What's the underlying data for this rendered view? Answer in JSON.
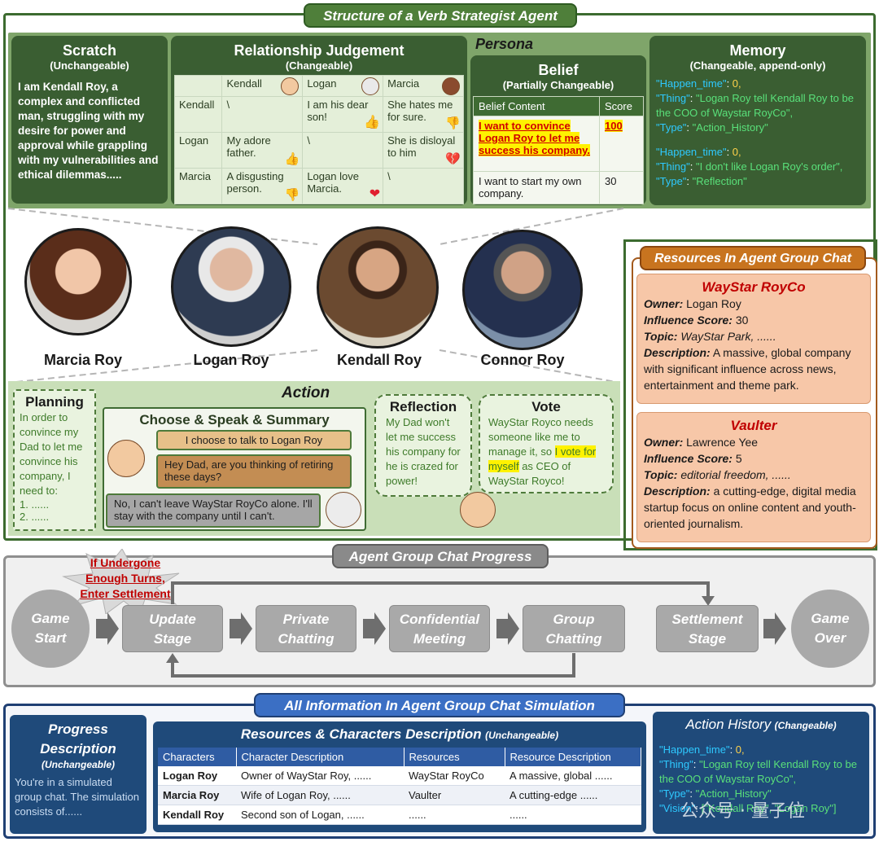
{
  "top": {
    "title": "Structure of a Verb Strategist Agent",
    "scratch": {
      "title": "Scratch",
      "subtitle": "(Unchangeable)",
      "text": "I am Kendall Roy, a complex and conflicted man, struggling with my desire for power and approval while grappling with my vulnerabilities and ethical dilemmas....."
    },
    "relationship": {
      "title": "Relationship Judgement",
      "subtitle": "(Changeable)",
      "cols": [
        "Kendall",
        "Logan",
        "Marcia"
      ],
      "rows": [
        {
          "name": "Kendall",
          "cells": [
            "\\",
            "I am his dear son!",
            "She hates me for sure."
          ]
        },
        {
          "name": "Logan",
          "cells": [
            "My adore father.",
            "\\",
            "She is disloyal to him"
          ]
        },
        {
          "name": "Marcia",
          "cells": [
            "A disgusting person.",
            "Logan love Marcia.",
            "\\"
          ]
        }
      ]
    },
    "persona": "Persona",
    "belief": {
      "title": "Belief",
      "subtitle": "(Partially Changeable)",
      "headers": [
        "Belief Content",
        "Score"
      ],
      "rows": [
        {
          "content": "I want to convince Logan Roy to let me success his company.",
          "score": "100"
        },
        {
          "content": "I want to start my own company.",
          "score": "30"
        }
      ]
    },
    "memory": {
      "title": "Memory",
      "subtitle": "(Changeable, append-only)",
      "entries": [
        {
          "k1": "\"Happen_time\"",
          "v1": "0,",
          "k2": "\"Thing\"",
          "v2": "\"Logan Roy tell Kendall Roy to be the COO of Waystar RoyCo\",",
          "k3": "\"Type\"",
          "v3": "\"Action_History\""
        },
        {
          "k1": "\"Happen_time\"",
          "v1": "0,",
          "k2": "\"Thing\"",
          "v2": "\"I don't like Logan Roy's order\",",
          "k3": "\"Type\"",
          "v3": "\"Reflection\""
        }
      ]
    }
  },
  "characters": [
    "Marcia Roy",
    "Logan Roy",
    "Kendall Roy",
    "Connor Roy"
  ],
  "action": {
    "title": "Action",
    "planning": {
      "title": "Planning",
      "text": "In order to convince my Dad to let me convince his company, I need to:",
      "items": [
        "1.    ......",
        "2.    ......"
      ]
    },
    "choose": {
      "title": "Choose & Speak & Summary",
      "b1": "I choose to talk to Logan Roy",
      "b2": "Hey Dad, are you thinking of retiring these days?",
      "b3": "No, I can't leave WayStar RoyCo alone. I'll stay with the company until I can't."
    },
    "reflection": {
      "title": "Reflection",
      "text": "My Dad won't let me success his company for he is crazed for power!"
    },
    "vote": {
      "title": "Vote",
      "t1": "WayStar Royco needs someone like me to manage it, so",
      "t2": "I vote for myself",
      "t3": "as CEO of WayStar Royco!"
    }
  },
  "resources": {
    "title": "Resources In Agent Group Chat",
    "items": [
      {
        "name": "WayStar RoyCo",
        "owner_l": "Owner:",
        "owner": "Logan Roy",
        "inf_l": "Influence Score:",
        "inf": "30",
        "topic_l": "Topic:",
        "topic": "WayStar Park, ......",
        "desc_l": "Description:",
        "desc": "A massive, global company with significant influence across news, entertainment and theme park."
      },
      {
        "name": "Vaulter",
        "owner_l": "Owner:",
        "owner": "Lawrence Yee",
        "inf_l": "Influence Score:",
        "inf": "5",
        "topic_l": "Topic:",
        "topic": "editorial freedom, ......",
        "desc_l": "Description:",
        "desc": "a cutting-edge, digital media startup focus on online content and youth-oriented journalism."
      }
    ]
  },
  "progress": {
    "title": "Agent Group Chat Progress",
    "note": [
      "If Undergone",
      "Enough Turns,",
      "Enter Settlement"
    ],
    "start": [
      "Game",
      "Start"
    ],
    "stages": [
      [
        "Update",
        "Stage"
      ],
      [
        "Private",
        "Chatting"
      ],
      [
        "Confidential",
        "Meeting"
      ],
      [
        "Group",
        "Chatting"
      ],
      [
        "Settlement",
        "Stage"
      ]
    ],
    "end": [
      "Game",
      "Over"
    ]
  },
  "info": {
    "title": "All Information In Agent Group Chat Simulation",
    "progress_desc": {
      "t1": "Progress",
      "t2": "Description",
      "sub": "(Unchangeable)",
      "text": "You're in a simulated group chat. The simulation consists of......"
    },
    "table": {
      "title": "Resources & Characters Description",
      "sub": "(Unchangeable)",
      "headers": [
        "Characters",
        "Character Description",
        "Resources",
        "Resource Description"
      ],
      "rows": [
        [
          "Logan Roy",
          "Owner of WayStar Roy, ......",
          "WayStar RoyCo",
          "A massive, global ......"
        ],
        [
          "Marcia Roy",
          "Wife of Logan Roy, ......",
          "Vaulter",
          "A cutting-edge ......"
        ],
        [
          "Kendall Roy",
          "Second son of Logan, ......",
          "......",
          "......"
        ]
      ]
    },
    "history": {
      "title": "Action History",
      "sub": "(Changeable)",
      "k1": "\"Happen_time\"",
      "v1": "0,",
      "k2": "\"Thing\"",
      "v2": "\"Logan Roy tell Kendall Roy to be the COO of Waystar RoyCo\",",
      "k3": "\"Type\"",
      "v3": "\"Action_History\"",
      "k4": "\"Vision\"",
      "v4": "[\"Kendall Roy\", \"Logan Roy\"]"
    },
    "watermark": "公众号 · 量子位"
  },
  "colors": {
    "green_dark": "#3a5e32",
    "green_light": "#e9f3df",
    "orange": "#a35a1d",
    "blue_dark": "#1f3f73",
    "gray": "#a9a9a9"
  }
}
